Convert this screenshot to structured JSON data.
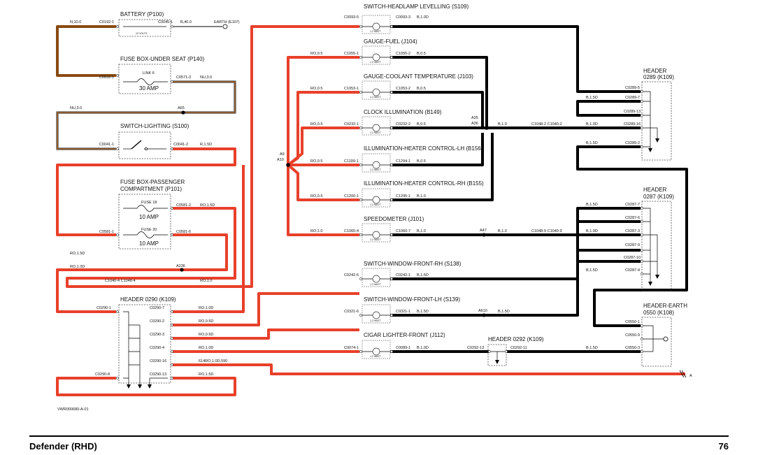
{
  "components": [
    {
      "id": "battery",
      "title": "BATTERY (P100)",
      "inner": "12 VOLTS"
    },
    {
      "id": "fusebox-seat",
      "title": "FUSE BOX-UNDER SEAT (P140)",
      "fuse": "LINK 6",
      "amp": "30 AMP"
    },
    {
      "id": "switch-lighting",
      "title": "SWITCH-LIGHTING (S100)"
    },
    {
      "id": "fusebox-pass",
      "title": "FUSE BOX-PASSENGER",
      "title2": "COMPARTMENT (P101)",
      "fuse1": "FUSE 18",
      "amp1": "10 AMP",
      "fuse2": "FUSE 20",
      "amp2": "10 AMP"
    },
    {
      "id": "header-0290",
      "title": "HEADER 0290 (K109)"
    },
    {
      "id": "sw-headlamp",
      "title": "SWITCH-HEADLAMP LEVELLING (S109)"
    },
    {
      "id": "gauge-fuel",
      "title": "GAUGE-FUEL (J104)"
    },
    {
      "id": "gauge-coolant",
      "title": "GAUGE-COOLANT TEMPERATURE (J103)"
    },
    {
      "id": "clock",
      "title": "CLOCK ILLUMINATION (B149)"
    },
    {
      "id": "illum-lh",
      "title": "ILLUMINATION-HEATER CONTROL-LH (B156)"
    },
    {
      "id": "illum-rh",
      "title": "ILLUMINATION-HEATER CONTROL-RH (B155)"
    },
    {
      "id": "speedo",
      "title": "SPEEDOMETER (J101)"
    },
    {
      "id": "sw-window-rh",
      "title": "SWITCH-WINDOW-FRONT-RH (S138)"
    },
    {
      "id": "sw-window-lh",
      "title": "SWITCH-WINDOW-FRONT-LH (S139)"
    },
    {
      "id": "cigar",
      "title": "CIGAR LIGHTER-FRONT (J112)"
    },
    {
      "id": "header-0292",
      "title": "HEADER 0292 (K109)"
    },
    {
      "id": "header-0289",
      "title": "HEADER",
      "title2": "0289 (K109)"
    },
    {
      "id": "header-0287",
      "title": "HEADER",
      "title2": "0287 (K109)"
    },
    {
      "id": "header-earth",
      "title": "HEADER-EARTH",
      "title2": "0550 (K108)"
    }
  ],
  "bulb_rating": "1.2 WATT",
  "labels": {
    "n10": "N,10.0",
    "c0192": "C0192-1",
    "c0045": "C0045-1",
    "b40": "B,40.0",
    "earth": "EARTH (E107)",
    "c0632": "C0632-1",
    "c0571": "C0571-3",
    "nu30a": "NU,3.0",
    "nu30b": "NU,3.0",
    "a65": "A65",
    "c0041a": "C0041-1",
    "c0041b": "C0041-2",
    "r15d": "R,1.5D",
    "c0581_2": "C0581-2",
    "ro15d_a": "RO,1.5D",
    "c0581_1": "C0581-1",
    "c0581_6": "C0581-6",
    "ro15d_b": "RO,1.5D",
    "ro10d_a": "RO,1.0D",
    "a236": "A236",
    "c1040_4": "C1040-4 C1048-4",
    "ro10_a": "RO,1.0",
    "c0290_1": "C0290-1",
    "c0290_7": "C0290-7",
    "ro10d_b": "RO,1.0D",
    "c0290_2": "C0290-2",
    "ro05d_a": "RO,0.5D",
    "c0290_3": "C0290-3",
    "ro05d_b": "RO,0.5D",
    "c0290_4": "C0290-4",
    "ro10d_c": "RO,1.0D",
    "c0290_16": "C0290-16",
    "multi": "614RO,1.0D,590",
    "c0290_8": "C0290-8",
    "c0290_13": "C0290-13",
    "ro15d_c": "RO,1.5D",
    "a9": "A9",
    "a10": "A10",
    "c0093_5": "C0093-5",
    "c0093_3": "C0093-3",
    "b10d_a": "B,1.0D",
    "ro05_a": "RO,0.5",
    "c1055_1": "C1055-1",
    "c1055_2": "C1055-2",
    "b05_a": "B,0.5",
    "ro05_b": "RO,0.5",
    "c1053_1": "C1053-1",
    "c1053_2": "C1053-2",
    "b05_b": "B,0.5",
    "ro05_c": "RO,0.5",
    "c0232_1": "C0232-1",
    "c0232_2": "C0232-2",
    "b05_c": "B,0.5",
    "a35": "A35",
    "a36": "A36",
    "b10_a": "B,1.0",
    "c1048_2": "C1048-2 C1040-2",
    "b10d_b": "B,1.0D",
    "ro05_d": "RO,0.5",
    "c1199_1": "C1199-1",
    "c1294_1": "C1294-1",
    "b05_d": "B,0.5",
    "ro05_e": "RO,0.5",
    "c1200_1": "C1200-1",
    "c1295_1": "C1295-1",
    "b10_b": "B,1.0",
    "ro10_b": "RO,1.0",
    "c1060_4": "C1060-4",
    "c1060_7": "C1060-7",
    "b10_c": "B,1.0",
    "a47": "A47",
    "b10_d": "B,1.0",
    "c1048_9": "C1048-9 C1040-9",
    "b10d_c": "B,1.0D",
    "c0242_6": "C0242-6",
    "c0242_1": "C0242-1",
    "b15d_a": "B,1.5D",
    "c0321_6": "C0321-6",
    "c0321_1": "C0321-1",
    "b15d_b": "B,1.5D",
    "a610": "A610",
    "b15d_c": "B,1.5D",
    "c0074_1": "C0074-1",
    "c0089_1": "C0089-1",
    "b10d_d": "B,1.0D",
    "c0292_13": "C0292-13",
    "c0292_11": "C0292-11",
    "b15d_d": "B,1.5D",
    "c0550_3": "C0550-3",
    "c0550_1": "C0550-1",
    "c0550_9": "C0550-9",
    "c0289_5": "C0289-5",
    "b15d_e": "B,1.5D",
    "c0289_7": "C0289-7",
    "c0289_13": "C0289-13",
    "c0289_16": "C0289-16",
    "b15d_f": "B,1.5D",
    "c0289_2": "C0289-2",
    "b15d_g": "B,1.5D",
    "c0287_7": "C0287-7",
    "c0287_6": "C0287-6",
    "c0287_3": "C0287-3",
    "c0287_9": "C0287-9",
    "c0287_10": "C0287-10",
    "b15d_h": "B,1.5D",
    "c0287_4": "C0287-4",
    "a_ref": "A",
    "drawing_no": "VWR000680-A-01"
  },
  "footer": {
    "title": "Defender (RHD)",
    "page": "76"
  },
  "colors": {
    "red": "#e8402a",
    "black": "#000000",
    "brown": "#8a4a12",
    "grey": "#8c8c8c"
  }
}
